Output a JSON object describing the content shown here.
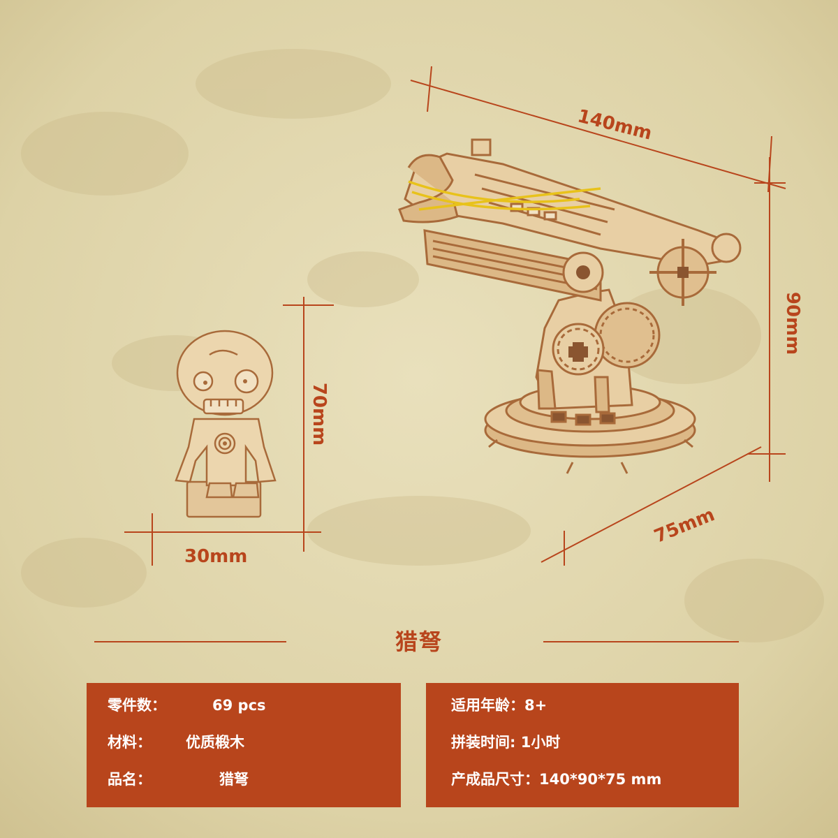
{
  "product_title": "猎弩",
  "dimensions": {
    "crossbow_length": "140mm",
    "crossbow_height": "90mm",
    "crossbow_depth": "75mm",
    "figure_height": "70mm",
    "figure_width": "30mm"
  },
  "specs_left": [
    {
      "label": "零件数：",
      "value": "69 pcs"
    },
    {
      "label": "材料：",
      "value": "优质椴木"
    },
    {
      "label": "品名：",
      "value": "猎弩"
    }
  ],
  "specs_right": [
    {
      "label": "适用年龄：8+"
    },
    {
      "label": "拼装时间: 1小时"
    },
    {
      "label": "产成品尺寸：140*90*75 mm"
    }
  ],
  "colors": {
    "accent": "#b8451c",
    "background": "#e3d9b0",
    "wood": "#e8cfa4",
    "wood_edge": "#a86a3a",
    "rubber_band": "#e8c21a"
  },
  "icons": [
    "crossbow-model",
    "zombie-figure"
  ]
}
